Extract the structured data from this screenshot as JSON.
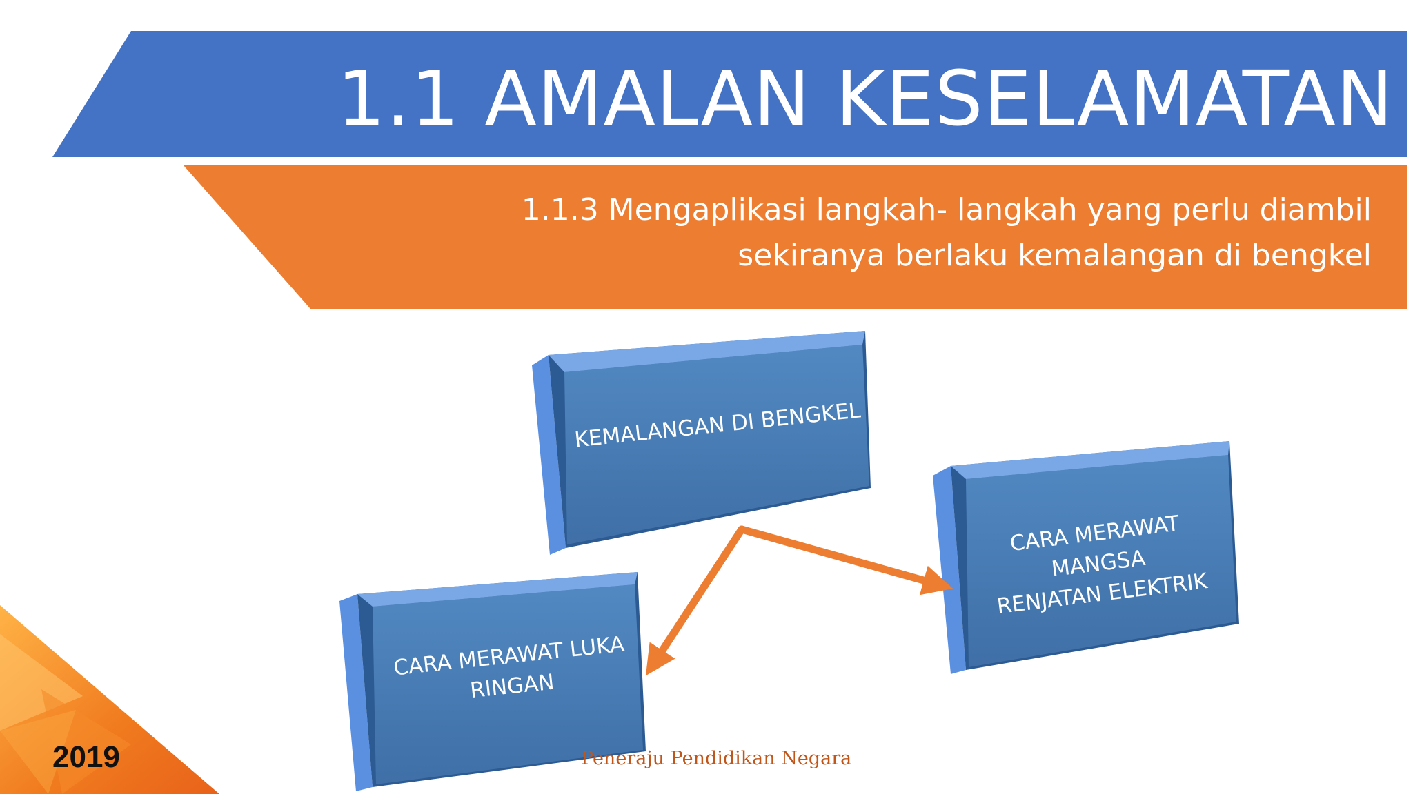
{
  "header": {
    "title": "1.1 AMALAN KESELAMATAN",
    "subtitle_line1": "1.1.3 Mengaplikasi langkah- langkah yang perlu diambil",
    "subtitle_line2": "sekiranya berlaku kemalangan di bengkel"
  },
  "diagram": {
    "root": "KEMALANGAN DI BENGKEL",
    "left_child_line1": "CARA MERAWAT LUKA",
    "left_child_line2": "RINGAN",
    "right_child_line1": "CARA MERAWAT MANGSA",
    "right_child_line2": "RENJATAN ELEKTRIK"
  },
  "footer": {
    "year": "2019",
    "motto": "Peneraju Pendidikan Negara"
  },
  "colors": {
    "title_band": "#4472c4",
    "subtitle_band": "#ed7d31",
    "box_face": "#4a7db5",
    "box_side": "#5b8fe0",
    "arrow": "#ed7d31",
    "footer_text": "#c0561a"
  }
}
